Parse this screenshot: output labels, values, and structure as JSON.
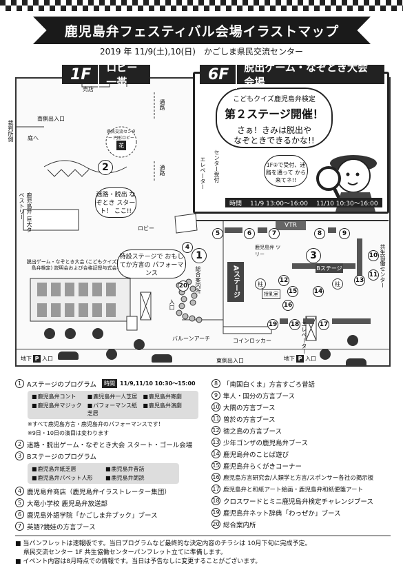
{
  "title": "鹿児島弁フェスティバル会場イラストマップ",
  "date_line": "2019 年 11/9(土),10(日)　かごしま県民交流センター",
  "floor1": {
    "floor": "1F",
    "label": "ロビー一帯"
  },
  "floor6": {
    "floor": "6F",
    "label": "脱出ゲーム・なぞとき大会会場",
    "cloud_line1": "こどもクイズ鹿児島弁検定",
    "cloud_line2": "第２ステージ開催！",
    "cloud_line3": "さぁ！きみは脱出や",
    "cloud_line4": "なぞときできるかな!!",
    "bubble": "1F②で受付、迷路を通って から来てネ!!",
    "elevator": "エレベーター",
    "stage_reception": "センター受付",
    "time_label": "時間",
    "time1": "11/9 13:00〜16:00",
    "time2": "11/10 10:30〜16:00"
  },
  "map": {
    "shop": "売店",
    "south_entrance": "南側出入口",
    "garden": "庭へ",
    "atrium": "県民交流センター 円形ロビー",
    "flower": "花",
    "corridor": "通路",
    "saibannsho": "裁判所側",
    "kagoshima_tapestry": "鹿児島弁 巨大タペストリー",
    "escape_speech": "迷路・脱出 なぞとき スタート！ ここ!!",
    "escape_desc": "脱出ゲーム・なぞとき大会 (こどもクイズ鹿児島弁検定) 説明会および合格証授与式会場",
    "lobby": "ロビー",
    "special_speech": "特設ステージで おもしてか方言の パフォーマンス",
    "vtr": "VTR",
    "stage_a": "Aステージ",
    "stage_b": "Bステージ",
    "tree_label": "鹿児島弁 ツリー",
    "pillar": "柱",
    "info": "総合案内所",
    "info_center": "共生協働センター",
    "kaimou": "授乳室",
    "entrance": "入口",
    "balloon_arch": "バルーンアーチ",
    "coin_locker": "コインロッカー",
    "elevator": "エレベーター",
    "east_entrance": "東側出入口",
    "underground_p": "地下",
    "p": "P",
    "entrance_label": "入口"
  },
  "numbers": {
    "n1": "1",
    "n2": "2",
    "n3": "3",
    "n4": "4",
    "n5": "5",
    "n6": "6",
    "n7": "7",
    "n8": "8",
    "n9": "9",
    "n10": "10",
    "n11": "11",
    "n12": "12",
    "n13": "13",
    "n14": "14",
    "n15": "15",
    "n16": "16",
    "n17": "17",
    "n18": "18",
    "n19": "19",
    "n20": "20"
  },
  "legend_left": {
    "item1": "Aステージのプログラム",
    "item1_time_label": "時間",
    "item1_time": "11/9,11/10 10:30〜15:00",
    "a_programs": [
      "鹿児島弁コント",
      "鹿児島弁一人芝居",
      "鹿児島弁寄劇",
      "鹿児島弁マジック",
      "パフォーマンス紙芝居",
      "鹿児島弁演劇"
    ],
    "note1": "※すべて鹿児島方言・鹿児島弁のパフォーマンスです！",
    "note2": "※9日・10日の演目は変わります",
    "item2": "迷路・脱出ゲーム・なぞとき大会 スタート・ゴール会場",
    "item3": "Bステージのプログラム",
    "b_programs": [
      "鹿児島弁紙芝居",
      "鹿児島弁昔話",
      "鹿児島弁パペット人形",
      "鹿児島弁朗読"
    ],
    "item4": "鹿児島弁商店（鹿児島弁イラストレーター集団）",
    "item5": "大竜小学校 鹿児島弁放送部",
    "item6": "鹿児島外語学院「かごしま弁ブック」ブース",
    "item7": "英語?鏡娃の方言ブース"
  },
  "legend_right": {
    "item8": "「南国白くま」方言すごろ昔話",
    "item9": "隼人・国分の方言ブース",
    "item10": "大隅の方言ブース",
    "item11": "曽於の方言ブース",
    "item12": "徳之島の方言ブース",
    "item13": "少年ゴンザの鹿児島弁ブース",
    "item14": "鹿児島弁のことば遊び",
    "item15": "鹿児島弁らくがきコーナー",
    "item16": "鹿児島方言研究会/人類学と方言/スポンサー各社の掲示板",
    "item17": "鹿児島弁と和紙アート絵画・鹿児島弁和紙便箋アート",
    "item18": "クロスワードとミニ鹿児島弁検定チャレンジブース",
    "item19": "鹿児島弁ネット辞典「わっぜか」ブース",
    "item20": "総合案内所"
  },
  "footer": {
    "line1": "当パンフレットは速報版です。当日プログラムなど最終的な決定内容のチラシは 10月下旬に完成予定。",
    "line1b": "県民交流センター 1F 共生協働センターパンフレット立てに準備します。",
    "line2": "イベント内容は8月時点での情報です。当日は予告なしに変更することがございます。"
  }
}
